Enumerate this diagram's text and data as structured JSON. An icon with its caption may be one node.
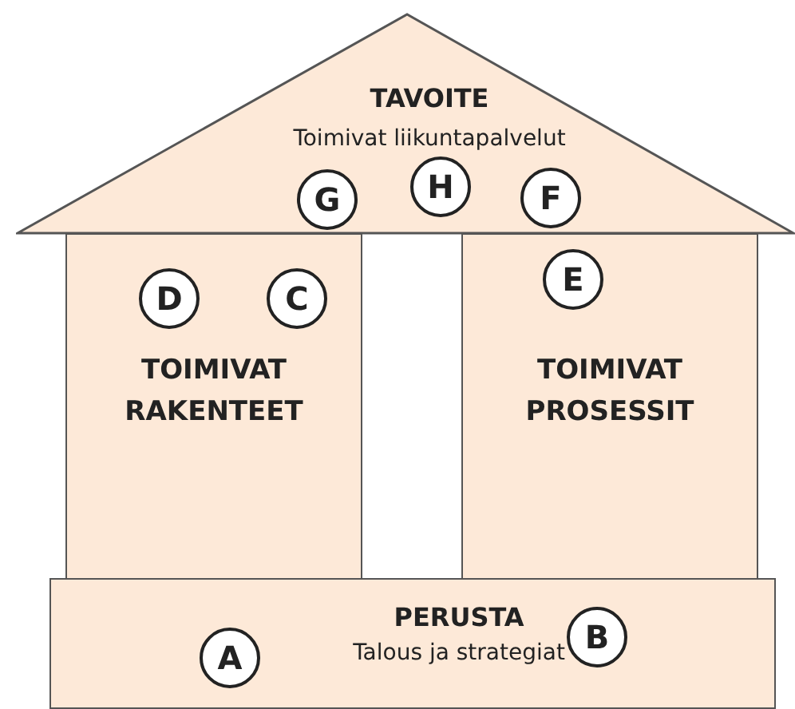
{
  "diagram": {
    "nodes": [
      {
        "text": [
          "TAVOITE",
          "Toimivat liikuntapalvelut"
        ]
      },
      {
        "text": [
          "G"
        ],
        "in": 0
      },
      {
        "text": [
          "H"
        ],
        "in": 0
      },
      {
        "text": [
          "F"
        ],
        "in": 0
      },
      {
        "text": [
          "TOIMIVAT RAKENTEET"
        ]
      },
      {
        "text": [
          "D"
        ],
        "in": 4
      },
      {
        "text": [
          "C"
        ],
        "in": 4
      },
      {
        "text": [
          "TOIMIVAT PROSESSIT"
        ]
      },
      {
        "text": [
          "E"
        ],
        "in": 7
      },
      {
        "text": [
          "PERUSTA",
          "Talous ja strategiat"
        ]
      },
      {
        "text": [
          "A"
        ],
        "in": 9
      },
      {
        "text": [
          "B"
        ],
        "in": 9
      }
    ],
    "edges": []
  }
}
